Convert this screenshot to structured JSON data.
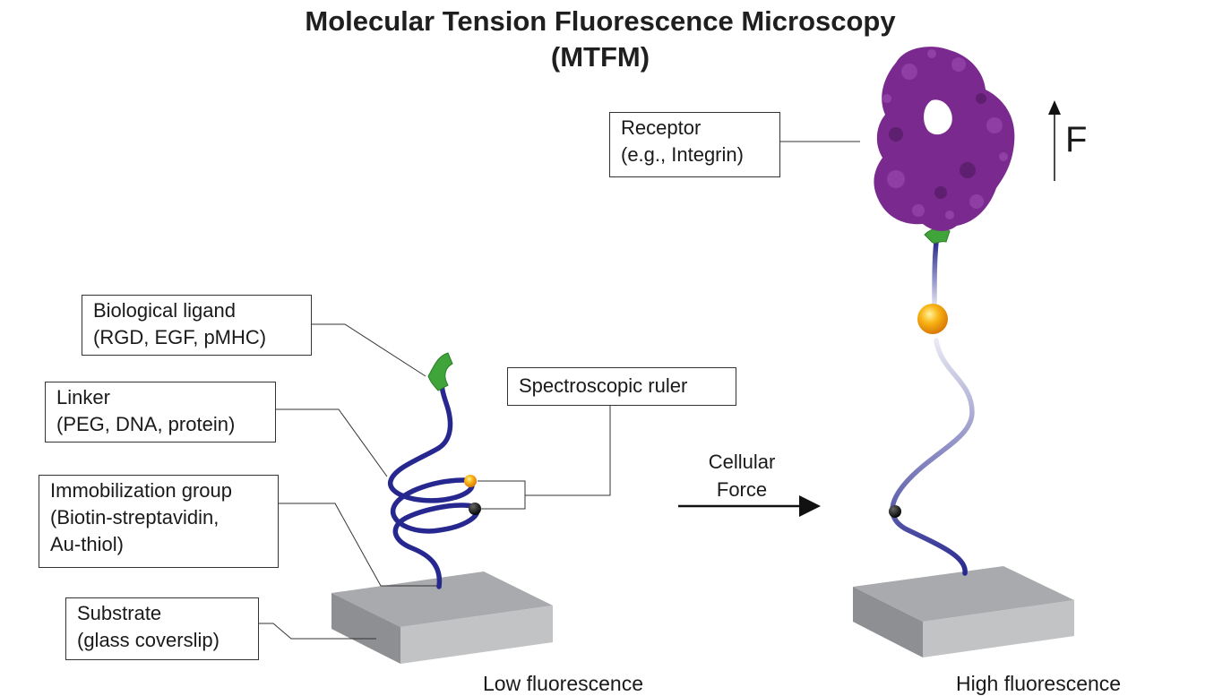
{
  "title": {
    "line1": "Molecular Tension Fluorescence Microscopy",
    "line2": "(MTFM)"
  },
  "labels": {
    "ligand": {
      "line1": "Biological ligand",
      "line2": "(RGD, EGF, pMHC)"
    },
    "linker": {
      "line1": "Linker",
      "line2": "(PEG, DNA, protein)"
    },
    "immobilization": {
      "line1": "Immobilization group",
      "line2": "(Biotin-streptavidin,",
      "line3": "Au-thiol)"
    },
    "substrate": {
      "line1": "Substrate",
      "line2": "(glass coverslip)"
    },
    "ruler": "Spectroscopic ruler",
    "receptor": {
      "line1": "Receptor",
      "line2": "(e.g., Integrin)"
    }
  },
  "force_arrow": {
    "line1": "Cellular",
    "line2": "Force"
  },
  "force_symbol": "F",
  "captions": {
    "left": "Low fluorescence",
    "right": "High fluorescence"
  },
  "colors": {
    "linker": "#27288f",
    "ligand": "#3fa53a",
    "fluorophore": "#f7a812",
    "quencher": "#111111",
    "receptor": "#7a2a8e",
    "substrate_top": "#a9aaad",
    "substrate_side": "#8e8f92"
  }
}
